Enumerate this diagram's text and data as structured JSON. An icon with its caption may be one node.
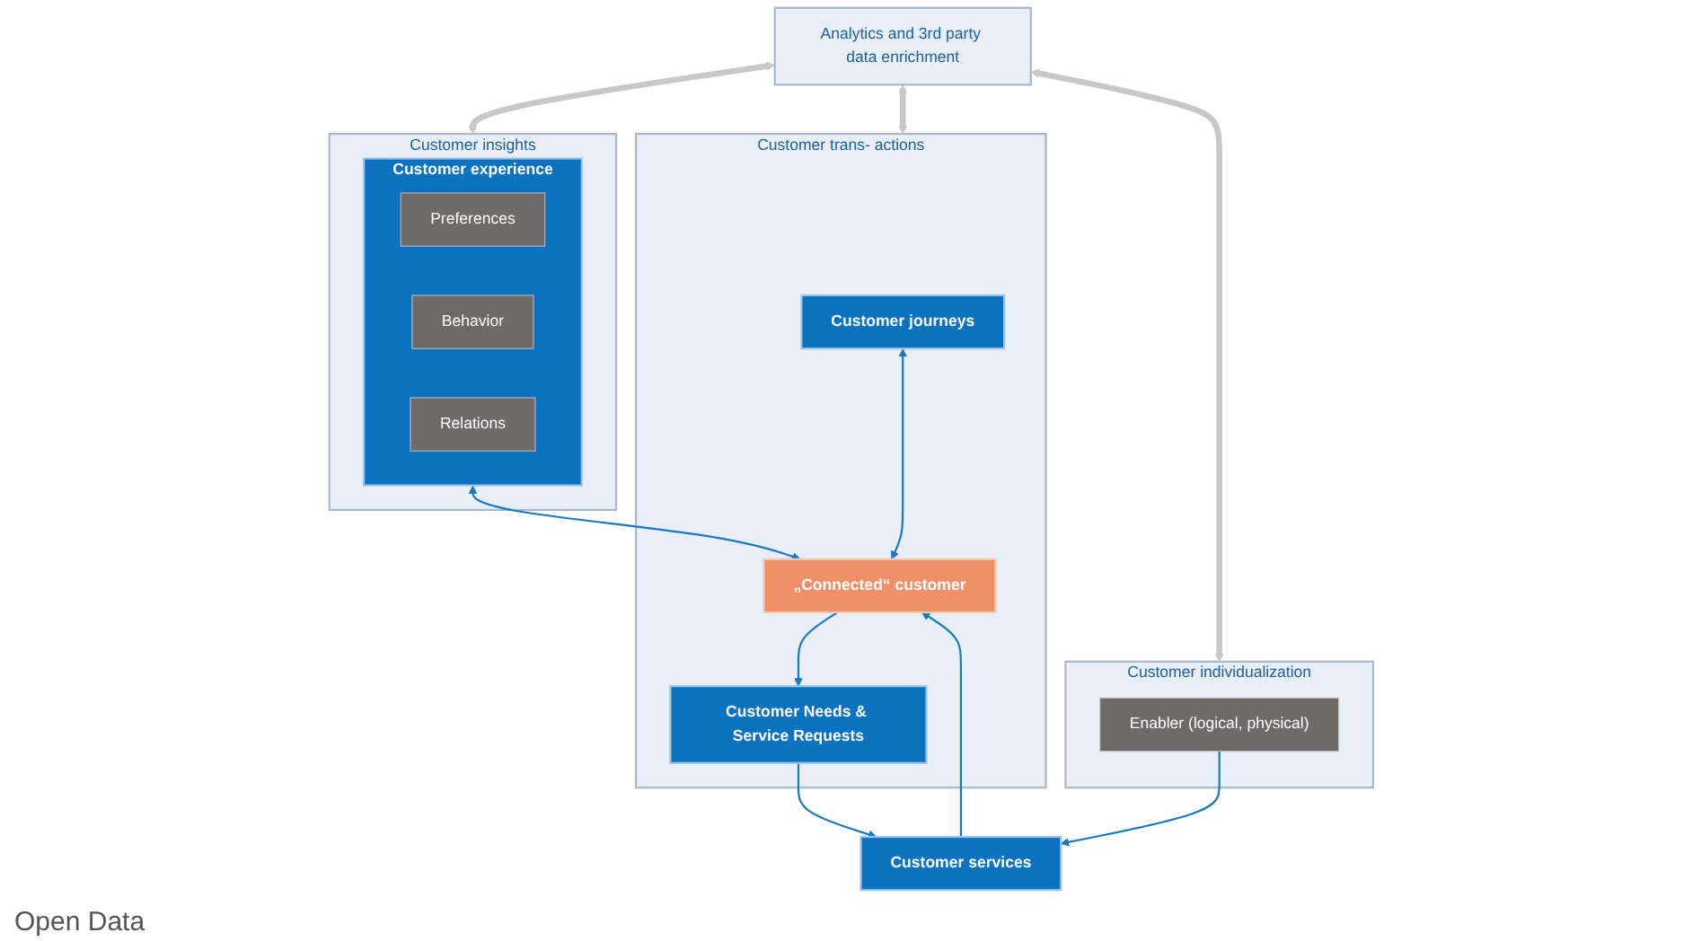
{
  "diagram": {
    "nodes": [
      {
        "text": [
          "Analytics and 3rd party data enrichment"
        ]
      },
      {
        "text": [
          "Customer insights"
        ]
      },
      {
        "text": [
          "Customer experience"
        ],
        "in": 1
      },
      {
        "text": [
          "Preferences"
        ],
        "in": 2
      },
      {
        "text": [
          "Behavior"
        ],
        "in": 2
      },
      {
        "text": [
          "Relations"
        ],
        "in": 2
      },
      {
        "text": [
          "Customer trans- actions"
        ]
      },
      {
        "text": [
          "Customer journeys"
        ],
        "in": 6
      },
      {
        "text": [
          "„Connected“ customer"
        ],
        "in": 6
      },
      {
        "text": [
          "Customer Needs & Service Requests"
        ],
        "in": 6
      },
      {
        "text": [
          "Customer services"
        ]
      },
      {
        "text": [
          "Customer individualization"
        ]
      },
      {
        "text": [
          "Enabler (logical, physical)"
        ],
        "in": 11
      }
    ],
    "edges": [
      {
        "from": 0,
        "to": 1,
        "arrow": "both",
        "style": "thick",
        "color": "#c8c8c8"
      },
      {
        "from": 0,
        "to": 6,
        "arrow": "both",
        "style": "thick",
        "color": "#c8c8c8"
      },
      {
        "from": 0,
        "to": 11,
        "arrow": "both",
        "style": "thick",
        "color": "#c8c8c8"
      },
      {
        "from": 2,
        "to": 8,
        "arrow": "both"
      },
      {
        "from": 7,
        "to": 8,
        "arrow": "both"
      },
      {
        "from": 8,
        "to": 9,
        "arrow": "to"
      },
      {
        "from": 9,
        "to": 10,
        "arrow": "to"
      },
      {
        "from": 10,
        "to": 8,
        "arrow": "to"
      },
      {
        "from": 12,
        "to": 10,
        "arrow": "to"
      }
    ],
    "labels": [
      "Open Data"
    ]
  }
}
